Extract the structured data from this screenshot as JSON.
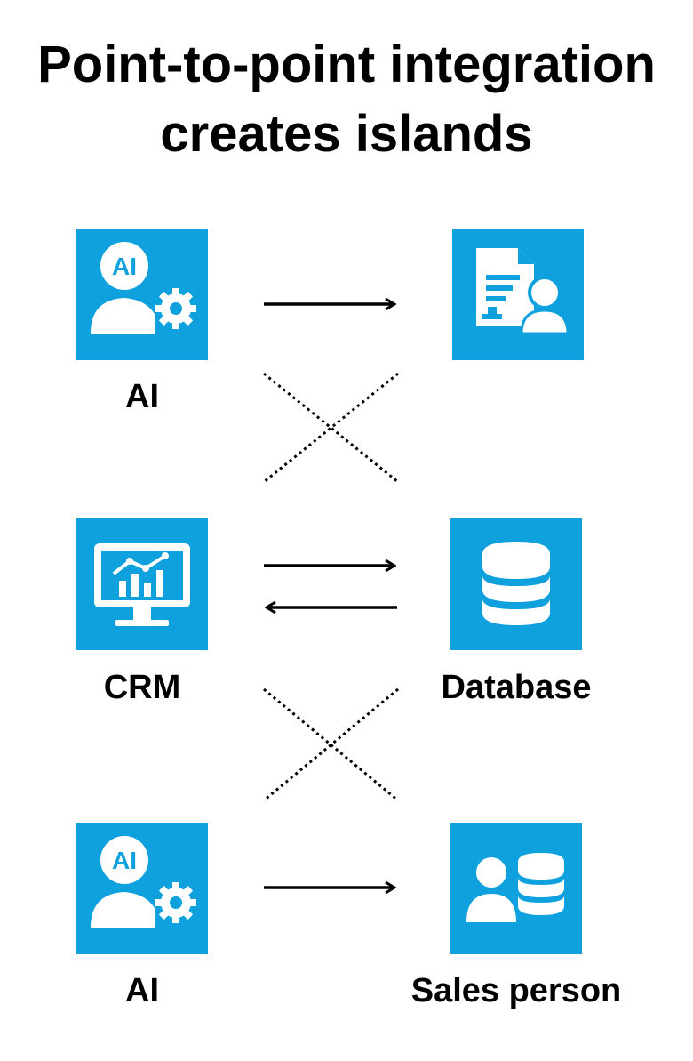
{
  "title": {
    "line1": "Point-to-point integration",
    "line2": "creates islands"
  },
  "nodes": {
    "ai_top": {
      "label": "AI",
      "icon": "ai-user-gear-icon"
    },
    "document_user": {
      "label": "",
      "icon": "document-user-icon"
    },
    "crm": {
      "label": "CRM",
      "icon": "monitor-chart-icon"
    },
    "database": {
      "label": "Database",
      "icon": "database-icon"
    },
    "ai_bottom": {
      "label": "AI",
      "icon": "ai-user-gear-icon"
    },
    "sales_person": {
      "label": "Sales person",
      "icon": "user-database-icon"
    }
  },
  "colors": {
    "tile": "#0ea1de",
    "icon": "#ffffff",
    "line": "#000000"
  }
}
